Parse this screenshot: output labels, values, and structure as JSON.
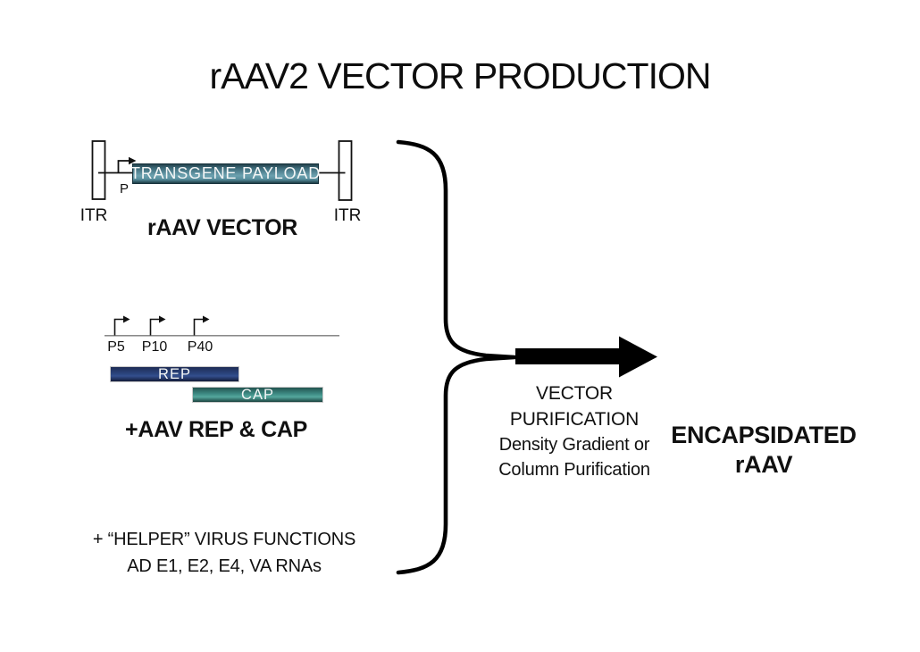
{
  "title": "rAAV2 VECTOR PRODUCTION",
  "vector_construct": {
    "itr_left": "ITR",
    "itr_right": "ITR",
    "promoter_label": "P",
    "payload_label": "TRANSGENE PAYLOAD",
    "caption": "rAAV VECTOR"
  },
  "rep_cap_construct": {
    "promoters": [
      "P5",
      "P10",
      "P40"
    ],
    "rep_label": "REP",
    "cap_label": "CAP",
    "caption": "+AAV REP & CAP"
  },
  "helper_functions": {
    "line1": "+ “HELPER” VIRUS FUNCTIONS",
    "line2": "AD E1, E2, E4, VA RNAs"
  },
  "purification": {
    "line1": "VECTOR",
    "line2": "PURIFICATION",
    "line3": "Density Gradient or",
    "line4": "Column Purification"
  },
  "product": {
    "line1": "ENCAPSIDATED",
    "line2": "rAAV"
  },
  "colors": {
    "payload_box_mid": "#6ba1af",
    "payload_box_dark": "#24424c",
    "rep_box_mid": "#2c4781",
    "rep_box_dark": "#131b38",
    "cap_box_mid": "#54a79d",
    "cap_box_dark": "#235450",
    "line_color": "#000000",
    "background": "#ffffff"
  }
}
